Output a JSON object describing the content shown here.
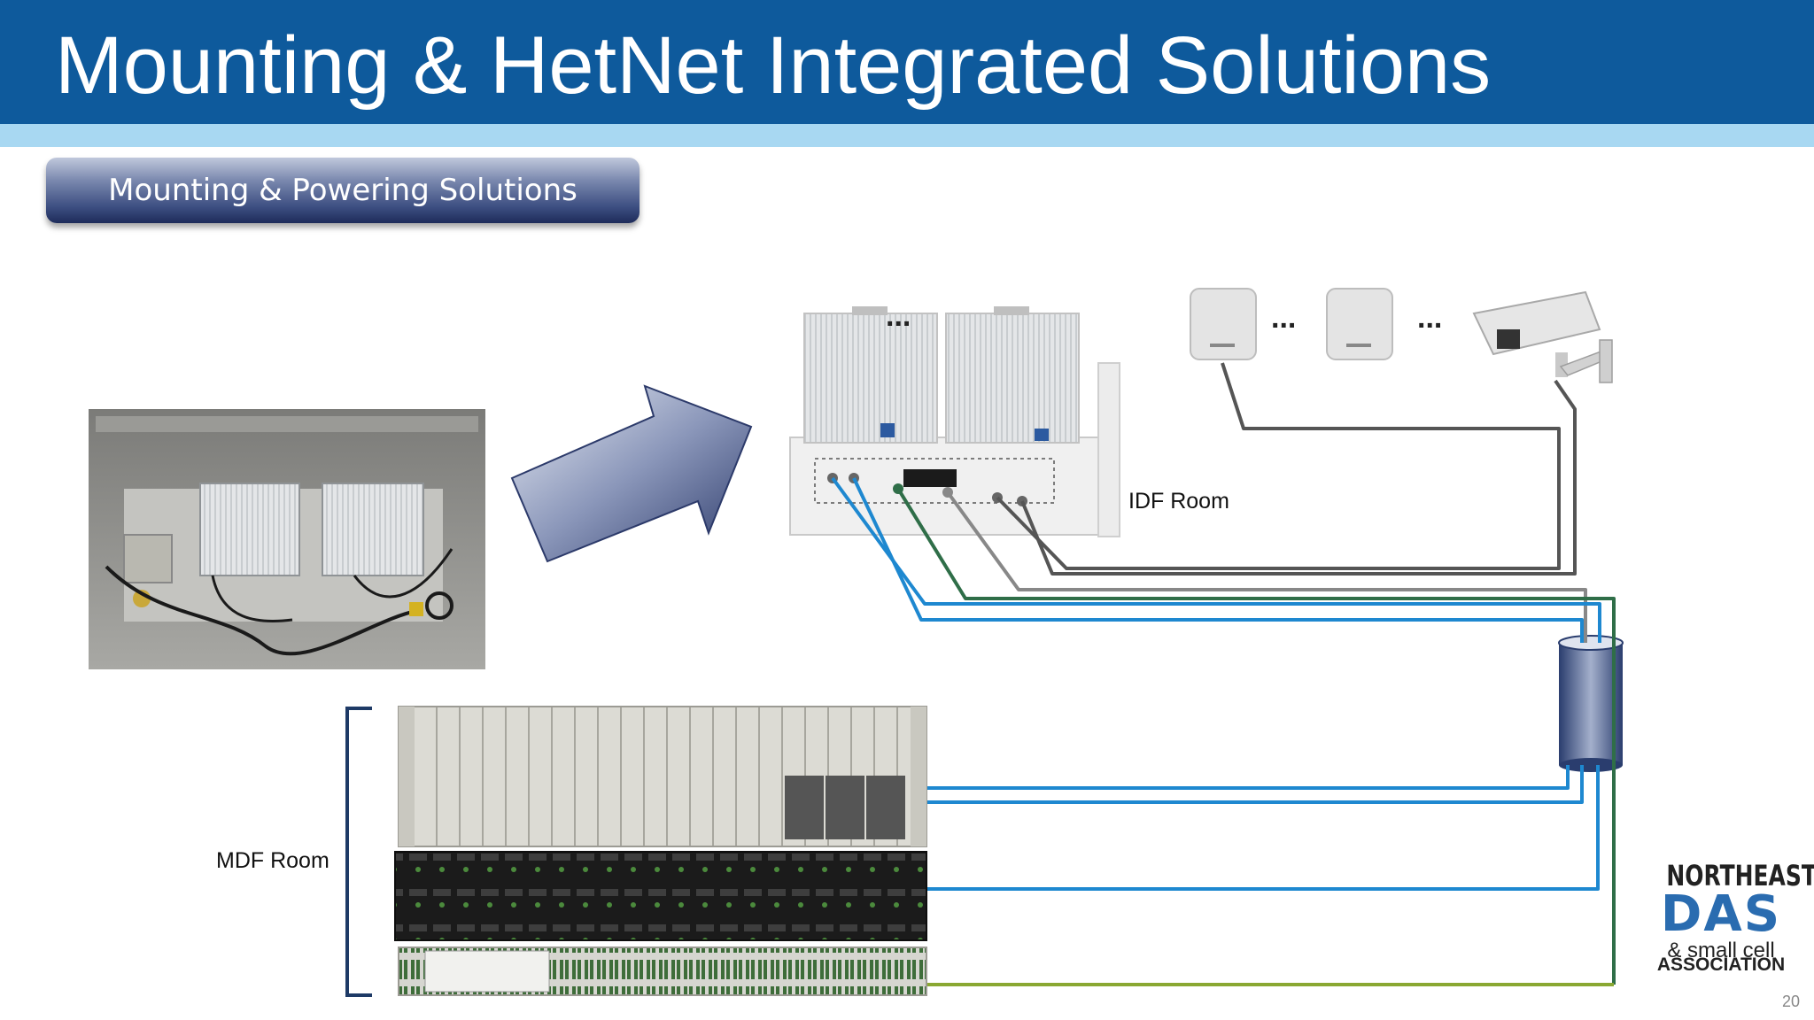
{
  "header": {
    "title": "Mounting & HetNet Integrated Solutions"
  },
  "banner": {
    "label": "Mounting & Powering Solutions"
  },
  "diagram": {
    "idf_label": "IDF Room",
    "mdf_label": "MDF Room",
    "ellipsis": "..."
  },
  "logo": {
    "line1": "NORTHEAST",
    "line2": "DAS",
    "line3": "& small cell",
    "line4": "ASSOCIATION"
  },
  "footer": {
    "page_number": "20"
  },
  "colors": {
    "title_bar": "#0e5a9c",
    "accent_stripe": "#a8d8f2",
    "fiber_blue": "#1e88d0",
    "coax_gray": "#555555",
    "green_line": "#2f6e48",
    "olive_line": "#8aa832"
  }
}
